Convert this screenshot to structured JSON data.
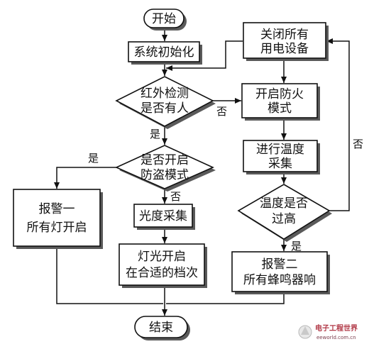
{
  "nodes": {
    "start": "开始",
    "init": "系统初始化",
    "ir_detect": [
      "红外检测",
      "是否有人"
    ],
    "close_all": [
      "关闭所有",
      "用电设备"
    ],
    "fire_mode": [
      "开启防火",
      "模式"
    ],
    "theft_check": [
      "是否开启",
      "防盗模式"
    ],
    "temp_collect": [
      "进行温度",
      "采集"
    ],
    "alarm1": [
      "报警一",
      "所有灯开启"
    ],
    "light_collect": "光度采集",
    "temp_high": [
      "温度是否",
      "过高"
    ],
    "lights_on": [
      "灯光开启",
      "在合适的档次"
    ],
    "alarm2": [
      "报警二",
      "所有蜂鸣器响"
    ],
    "end": "结束"
  },
  "edge_labels": {
    "ir_no": "否",
    "ir_yes": "是",
    "theft_yes": "是",
    "theft_no": "否",
    "temp_yes": "是",
    "temp_no": "否"
  },
  "watermark": {
    "title": "电子工程世界",
    "url": "eeworld.com.cn"
  }
}
